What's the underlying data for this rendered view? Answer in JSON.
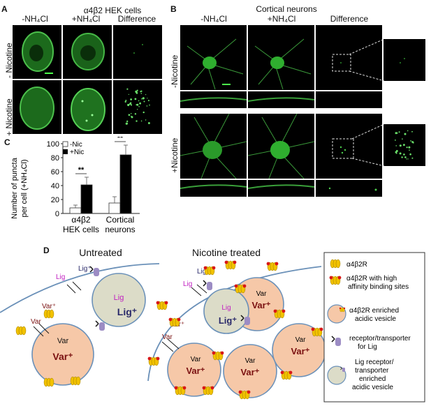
{
  "panelA": {
    "letter": "A",
    "title": "α4β2 HEK cells",
    "columns": [
      "-NH₄Cl",
      "+NH₄Cl",
      "Difference"
    ],
    "rows": [
      "- Nicotine",
      "+ Nicotine"
    ]
  },
  "panelB": {
    "letter": "B",
    "title": "Cortical neurons",
    "columns": [
      "-NH₄Cl",
      "+NH₄Cl",
      "Difference"
    ],
    "rows": [
      "-Nicotine",
      "+Nicotine"
    ]
  },
  "panelC": {
    "letter": "C",
    "chart_data": {
      "type": "bar",
      "ylabel_line1": "Number of puncta",
      "ylabel_line2": "per cell (+NH₄Cl)",
      "ylim": [
        0,
        100
      ],
      "yticks": [
        0,
        20,
        40,
        60,
        80,
        100
      ],
      "categories": [
        "α4β2 HEK cells",
        "Cortical neurons"
      ],
      "category_lines": [
        [
          "α4β2",
          "HEK cells"
        ],
        [
          "Cortical",
          "neurons"
        ]
      ],
      "series": [
        {
          "name": "-Nic",
          "values": [
            8,
            15
          ],
          "errors": [
            4,
            9
          ],
          "color": "#ffffff"
        },
        {
          "name": "+Nic",
          "values": [
            41,
            84
          ],
          "errors": [
            11,
            14
          ],
          "color": "#000000"
        }
      ],
      "significance": [
        "**",
        "**"
      ],
      "legend": "top-left"
    }
  },
  "panelD": {
    "letter": "D",
    "untreated_title": "Untreated",
    "treated_title": "Nicotine treated",
    "lig": "Lig",
    "lig_plus": "Lig⁺",
    "var": "Var",
    "var_plus": "Var⁺",
    "legend": {
      "receptor": "α4β2R",
      "high_affinity_1": "α4β2R with high",
      "high_affinity_2": "affinity binding sites",
      "enriched_1": "α4β2R enriched",
      "enriched_2": "acidic vesicle",
      "transporter_1": "receptor/transporter",
      "transporter_2": "for Lig",
      "lig_vesicle_1": "Lig receptor/",
      "lig_vesicle_2": "transporter",
      "lig_vesicle_3": "enriched",
      "lig_vesicle_4": "acidic vesicle"
    },
    "colors": {
      "membrane": "#6a90b8",
      "var_vesicle": "#f6c8a8",
      "lig_vesicle": "#dcdcc8",
      "receptor": "#f2c200",
      "binding_site": "#d81818",
      "transporter": "#9c8cc4",
      "lig_text": "#c020c0",
      "var_text": "#7a1010"
    }
  }
}
